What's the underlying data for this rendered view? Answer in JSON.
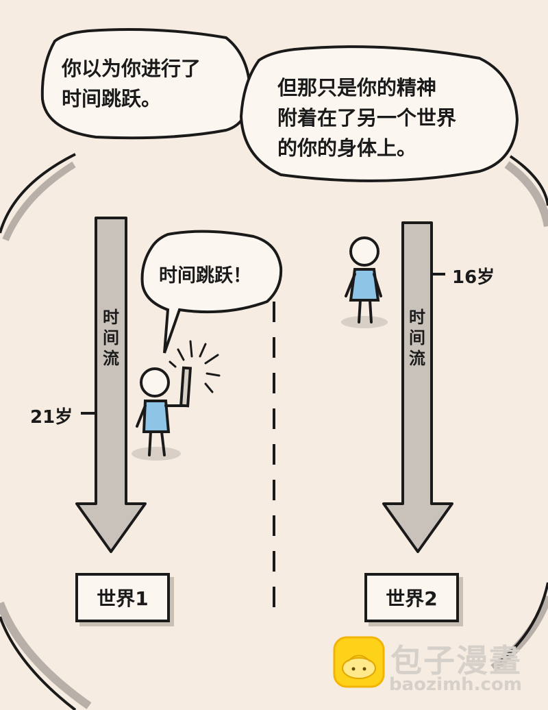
{
  "bubbles": {
    "left_lines": [
      "你以为你进行了",
      "时间跳跃。"
    ],
    "right_lines": [
      "但那只是你的精神",
      "附着在了另一个世界",
      "的你的身体上。"
    ],
    "small": "时间跳跃！"
  },
  "timeline_left": {
    "flow_label": "时\n间\n流",
    "age_label": "21岁",
    "world_label": "世界1"
  },
  "timeline_right": {
    "flow_label": "时\n间\n流",
    "age_label": "16岁",
    "world_label": "世界2"
  },
  "watermark": {
    "title": "包子漫畫",
    "url": "baozimh.com"
  },
  "colors": {
    "background": "#f6ece1",
    "arrow_fill": "#c9c2ba",
    "shirt": "#8ec4e6",
    "ink": "#1a1a1a",
    "watermark_yellow": "#ffd21a"
  }
}
